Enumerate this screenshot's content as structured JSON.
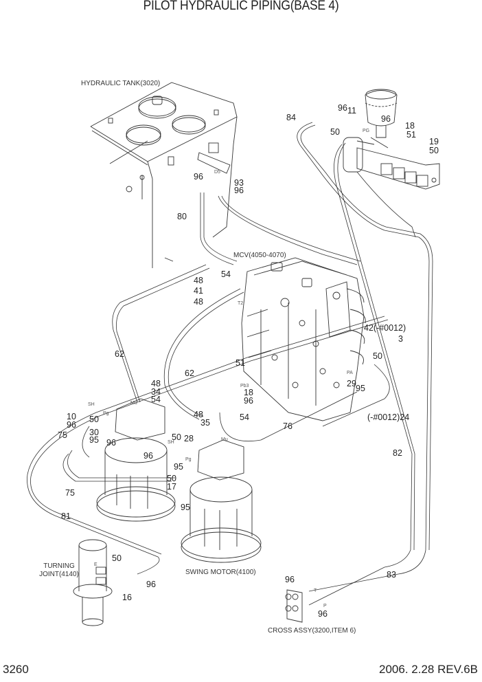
{
  "header": {
    "title": "PILOT HYDRAULIC PIPING(BASE 4)"
  },
  "footer": {
    "page_number": "3260",
    "revision": "2006. 2.28 REV.6B"
  },
  "components": {
    "hydraulic_tank": "HYDRAULIC TANK(3020)",
    "mcv": "MCV(4050-4070)",
    "swing_motor": "SWING MOTOR(4100)",
    "turning_joint_line1": "TURNING",
    "turning_joint_line2": "JOINT(4140)",
    "cross_assy": "CROSS ASSY(3200,ITEM 6)"
  },
  "port_marks": {
    "d5": "D5",
    "pg_top": "PG",
    "t2": "T2",
    "pb3": "Pb3",
    "pa": "PA",
    "sh_left": "SH",
    "pg_left": "Pg",
    "mu_left": "Mu",
    "sh_right": "SH",
    "pg_right": "Pg",
    "mu_right": "Mu",
    "e": "E",
    "t": "T",
    "p": "P"
  },
  "callouts": [
    {
      "id": "c96a",
      "text": "96"
    },
    {
      "id": "c93",
      "text": "93"
    },
    {
      "id": "c96b",
      "text": "96"
    },
    {
      "id": "c80",
      "text": "80"
    },
    {
      "id": "c84",
      "text": "84"
    },
    {
      "id": "c96c",
      "text": "96"
    },
    {
      "id": "c11",
      "text": "11"
    },
    {
      "id": "c50a",
      "text": "50"
    },
    {
      "id": "c96d",
      "text": "96"
    },
    {
      "id": "c18a",
      "text": "18"
    },
    {
      "id": "c51a",
      "text": "51"
    },
    {
      "id": "c19",
      "text": "19"
    },
    {
      "id": "c50b",
      "text": "50"
    },
    {
      "id": "c48a",
      "text": "48"
    },
    {
      "id": "c54a",
      "text": "54"
    },
    {
      "id": "c41",
      "text": "41"
    },
    {
      "id": "c48b",
      "text": "48"
    },
    {
      "id": "c42",
      "text": "42(-#0012)"
    },
    {
      "id": "c3",
      "text": "3"
    },
    {
      "id": "c62a",
      "text": "62"
    },
    {
      "id": "c50c",
      "text": "50"
    },
    {
      "id": "c51b",
      "text": "51"
    },
    {
      "id": "c29",
      "text": "29"
    },
    {
      "id": "c95a",
      "text": "95"
    },
    {
      "id": "c62b",
      "text": "62"
    },
    {
      "id": "c48c",
      "text": "48"
    },
    {
      "id": "c34",
      "text": "34"
    },
    {
      "id": "c54b",
      "text": "54"
    },
    {
      "id": "c18b",
      "text": "18"
    },
    {
      "id": "c96e",
      "text": "96"
    },
    {
      "id": "c24",
      "text": "(-#0012)24"
    },
    {
      "id": "c48d",
      "text": "48"
    },
    {
      "id": "c35",
      "text": "35"
    },
    {
      "id": "c54c",
      "text": "54"
    },
    {
      "id": "c10",
      "text": "10"
    },
    {
      "id": "c50d",
      "text": "50"
    },
    {
      "id": "c96f",
      "text": "96"
    },
    {
      "id": "c30",
      "text": "30"
    },
    {
      "id": "c75a",
      "text": "75"
    },
    {
      "id": "c95b",
      "text": "95"
    },
    {
      "id": "c96g",
      "text": "96"
    },
    {
      "id": "c76",
      "text": "76"
    },
    {
      "id": "c50e",
      "text": "50"
    },
    {
      "id": "c28",
      "text": "28"
    },
    {
      "id": "c96h",
      "text": "96"
    },
    {
      "id": "c95c",
      "text": "95"
    },
    {
      "id": "c82",
      "text": "82"
    },
    {
      "id": "c50f",
      "text": "50"
    },
    {
      "id": "c17",
      "text": "17"
    },
    {
      "id": "c75b",
      "text": "75"
    },
    {
      "id": "c95d",
      "text": "95"
    },
    {
      "id": "c81",
      "text": "81"
    },
    {
      "id": "c50g",
      "text": "50"
    },
    {
      "id": "c96i",
      "text": "96"
    },
    {
      "id": "c16",
      "text": "16"
    },
    {
      "id": "c83",
      "text": "83"
    },
    {
      "id": "c96j",
      "text": "96"
    },
    {
      "id": "c96k",
      "text": "96"
    }
  ]
}
